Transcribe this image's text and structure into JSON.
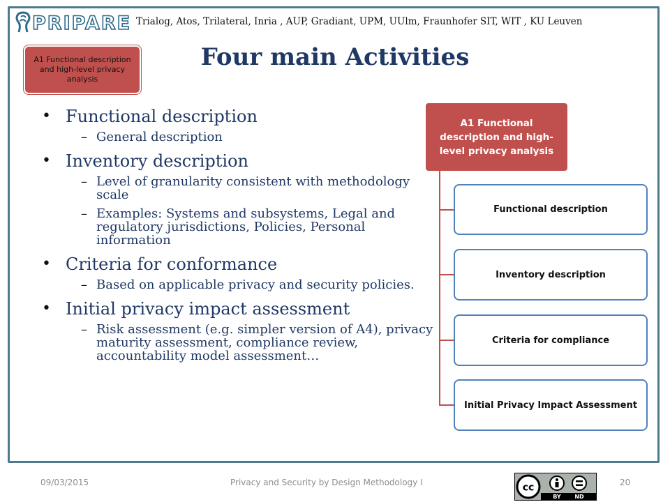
{
  "header": {
    "logo_text": "PRIPARE",
    "partners": "Trialog, Atos, Trilateral, Inria , AUP, Gradiant, UPM, UUlm, Fraunhofer SIT, WIT , KU Leuven",
    "badge": "A1 Functional description and high-level privacy analysis"
  },
  "title": "Four main Activities",
  "bullets": [
    {
      "text": "Functional description",
      "subs": [
        "General description"
      ]
    },
    {
      "text": "Inventory description",
      "subs": [
        "Level of granularity consistent with methodology scale",
        "Examples: Systems and subsystems, Legal and regulatory jurisdictions, Policies, Personal information"
      ]
    },
    {
      "text": "Criteria for conformance",
      "subs": [
        "Based on applicable privacy and security policies."
      ]
    },
    {
      "text": "Initial privacy impact assessment",
      "subs": [
        "Risk assessment (e.g. simpler version of A4), privacy maturity assessment, compliance review, accountability model assessment…"
      ]
    }
  ],
  "diagram": {
    "root": "A1 Functional description and high-level privacy analysis",
    "children": [
      "Functional  description",
      "Inventory description",
      "Criteria for compliance",
      "Initial  Privacy Impact Assessment"
    ]
  },
  "footer": {
    "date": "09/03/2015",
    "center": "Privacy and Security by Design Methodology I",
    "page": "20",
    "license_labels": [
      "BY",
      "ND"
    ]
  },
  "colors": {
    "title": "#1f3864",
    "accent_red": "#c0504d",
    "box_border": "#4f81bd",
    "frame": "#4d7a8e"
  }
}
